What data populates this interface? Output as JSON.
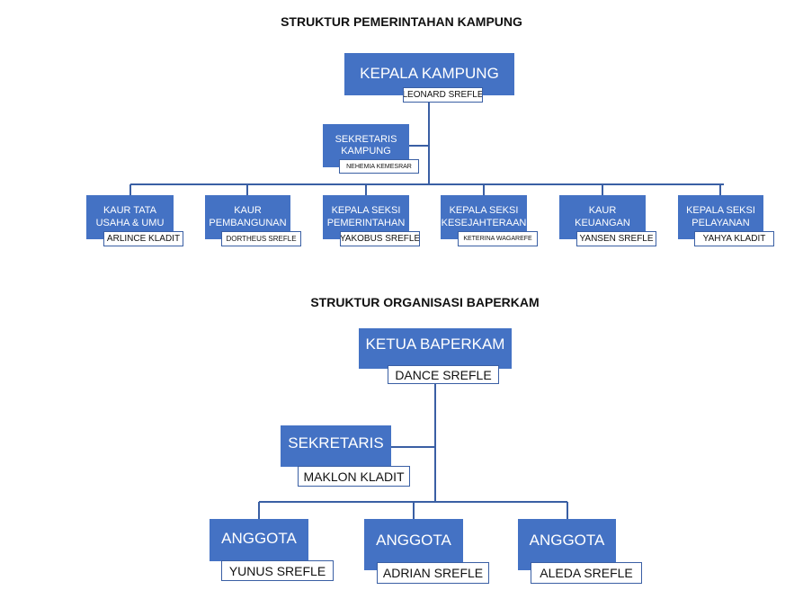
{
  "colors": {
    "box": "#4472c4",
    "line": "#3a5fa4",
    "label_border": "#3a5fa4"
  },
  "pemerintahan": {
    "title": "STRUKTUR PEMERINTAHAN KAMPUNG",
    "head": {
      "role": "KEPALA KAMPUNG",
      "name": "LEONARD SREFLE"
    },
    "secretary": {
      "role": "SEKRETARIS\nKAMPUNG",
      "name": "NEHEMIA KEMESRAR"
    },
    "units": [
      {
        "role": "KAUR TATA\nUSAHA & UMU",
        "name": "ARLINCE KLADIT"
      },
      {
        "role": "KAUR\nPEMBANGUNAN",
        "name": "DORTHEUS SREFLE"
      },
      {
        "role": "KEPALA SEKSI\nPEMERINTAHAN",
        "name": "YAKOBUS SREFLE"
      },
      {
        "role": "KEPALA SEKSI\nKESEJAHTERAAN",
        "name": "KETERINA WAGAREFE"
      },
      {
        "role": "KAUR KEUANGAN",
        "name": "YANSEN SREFLE"
      },
      {
        "role": "KEPALA SEKSI\nPELAYANAN",
        "name": "YAHYA KLADIT"
      }
    ]
  },
  "baperkam": {
    "title": "STRUKTUR ORGANISASI BAPERKAM",
    "head": {
      "role": "KETUA BAPERKAM",
      "name": "DANCE SREFLE"
    },
    "secretary": {
      "role": "SEKRETARIS",
      "name": "MAKLON KLADIT"
    },
    "members": [
      {
        "role": "ANGGOTA",
        "name": "YUNUS SREFLE"
      },
      {
        "role": "ANGGOTA",
        "name": "ADRIAN SREFLE"
      },
      {
        "role": "ANGGOTA",
        "name": "ALEDA SREFLE"
      }
    ]
  }
}
